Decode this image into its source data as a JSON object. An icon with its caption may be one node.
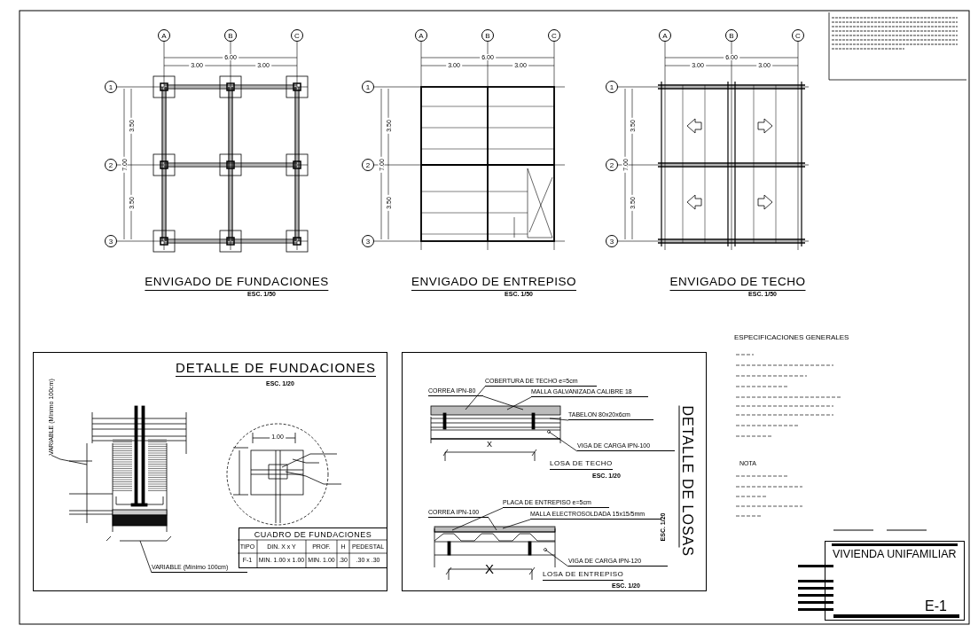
{
  "diagram": {
    "nodes": [
      {
        "text": [
          "A"
        ]
      },
      {
        "text": [
          "B"
        ]
      },
      {
        "text": [
          "C"
        ]
      },
      {
        "text": [
          "1"
        ]
      },
      {
        "text": [
          "2"
        ]
      },
      {
        "text": [
          "3"
        ]
      },
      {
        "text": [
          "A"
        ]
      },
      {
        "text": [
          "B"
        ]
      },
      {
        "text": [
          "C"
        ]
      },
      {
        "text": [
          "1"
        ]
      },
      {
        "text": [
          "2"
        ]
      },
      {
        "text": [
          "3"
        ]
      },
      {
        "text": [
          "A"
        ]
      },
      {
        "text": [
          "B"
        ]
      },
      {
        "text": [
          "C"
        ]
      },
      {
        "text": [
          "1"
        ]
      },
      {
        "text": [
          "2"
        ]
      },
      {
        "text": [
          "3"
        ]
      },
      {
        "text": [
          "DETALLE DE FUNDACIONES",
          "ESC. 1/20"
        ]
      },
      {
        "text": [
          "CUADRO DE FUNDACIONES"
        ],
        "in": 18
      },
      {
        "text": [
          "VARIABLE (Mínimo 100cm)"
        ],
        "in": 18
      },
      {
        "text": [
          "VARIABLE (Mínimo 100cm)"
        ],
        "in": 18
      },
      {
        "text": [
          "DETALLE DE LOSAS",
          "ESC. 1/20"
        ]
      },
      {
        "text": [
          "COBERTURA DE TECHO e=5cm"
        ],
        "in": 22
      },
      {
        "text": [
          "CORREA IPN-80"
        ],
        "in": 22
      },
      {
        "text": [
          "MALLA GALVANIZADA CALIBRE 18"
        ],
        "in": 22
      },
      {
        "text": [
          "TABELON 80x20x6cm"
        ],
        "in": 22
      },
      {
        "text": [
          "VIGA DE CARGA IPN-100"
        ],
        "in": 22
      },
      {
        "text": [
          "PLACA DE ENTREPISO e=5cm"
        ],
        "in": 22
      },
      {
        "text": [
          "CORREA IPN-100"
        ],
        "in": 22
      },
      {
        "text": [
          "MALLA ELECTROSOLDADA 15x15/5mm"
        ],
        "in": 22
      },
      {
        "text": [
          "VIGA DE CARGA IPN-120"
        ],
        "in": 22
      },
      {
        "text": [
          "VIVIENDA UNIFAMILIAR",
          "E-1"
        ]
      },
      {
        "text": [],
        "shape": "picture",
        "in": 18
      },
      {
        "text": [],
        "shape": "picture",
        "in": 22
      },
      {
        "text": [],
        "shape": "picture",
        "in": 22
      }
    ],
    "edges": [
      {
        "from": 20,
        "to": 33,
        "arrow": "none"
      },
      {
        "from": 21,
        "to": 33,
        "arrow": "none"
      },
      {
        "from": 23,
        "to": 34,
        "arrow": "none"
      },
      {
        "from": 24,
        "to": 34,
        "arrow": "none"
      },
      {
        "from": 25,
        "to": 34,
        "arrow": "none"
      },
      {
        "from": 26,
        "to": 34,
        "arrow": "none"
      },
      {
        "from": 27,
        "to": 34,
        "arrow": "other"
      },
      {
        "from": 28,
        "to": 35,
        "arrow": "none"
      },
      {
        "from": 29,
        "to": 35,
        "arrow": "none"
      },
      {
        "from": 30,
        "to": 35,
        "arrow": "none"
      },
      {
        "from": 31,
        "to": 35,
        "arrow": "other"
      }
    ],
    "labels": [
      "6.00",
      "3.00",
      "3.00",
      "7.00",
      "3.50",
      "3.50",
      "ENVIGADO DE FUNDACIONES",
      "ESC. 1/50",
      "6.00",
      "3.00",
      "3.00",
      "7.00",
      "3.50",
      "3.50",
      "ENVIGADO DE ENTREPISO",
      "ESC. 1/50",
      "6.00",
      "3.00",
      "3.00",
      "7.00",
      "3.50",
      "3.50",
      "ENVIGADO DE TECHO",
      "ESC. 1/50",
      "1.00",
      "TIPO",
      "DIN. X x Y",
      "PROF.",
      "H",
      "PEDESTAL",
      "F-1",
      "MIN. 1.00 x 1.00",
      "MIN. 1.00",
      ".30",
      ".30 x .30",
      "LOSA DE TECHO",
      "ESC. 1/20",
      "X",
      "LOSA DE ENTREPISO",
      "ESC. 1/20",
      "X",
      "ESPECIFICACIONES GENERALES",
      "NOTA"
    ]
  }
}
